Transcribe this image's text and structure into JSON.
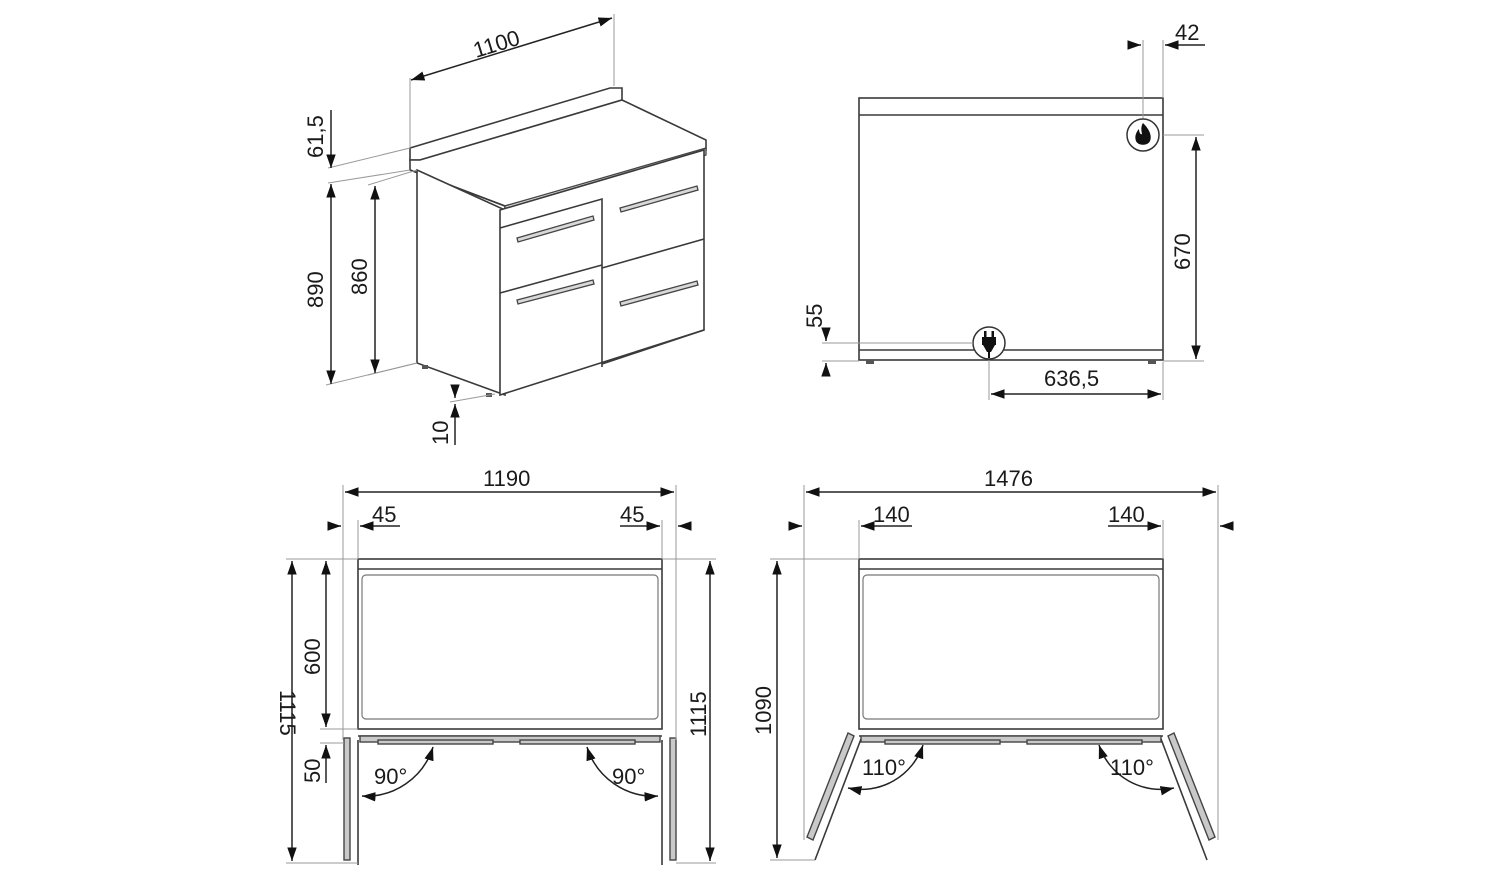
{
  "drawing": {
    "title": "Range cooker dimension drawing",
    "line_color": "#3a3a3a",
    "background": "#ffffff"
  },
  "views": {
    "isometric": {
      "width": "1100",
      "backsplash_height": "61,5",
      "total_height": "890",
      "body_height": "860",
      "feet_height": "10"
    },
    "side": {
      "gas_offset": "42",
      "gas_height": "670",
      "electric_height": "55",
      "electric_offset": "636,5",
      "gas_icon": "flame-icon",
      "electric_icon": "plug-icon"
    },
    "top_90": {
      "overall_width": "1190",
      "left_clearance": "45",
      "right_clearance": "45",
      "depth": "600",
      "door_depth": "50",
      "total_depth_left": "1115",
      "total_depth_right": "1115",
      "left_angle": "90°",
      "right_angle": "90°"
    },
    "top_110": {
      "overall_width": "1476",
      "left_clearance": "140",
      "right_clearance": "140",
      "total_depth": "1090",
      "left_angle": "110°",
      "right_angle": "110°"
    }
  }
}
